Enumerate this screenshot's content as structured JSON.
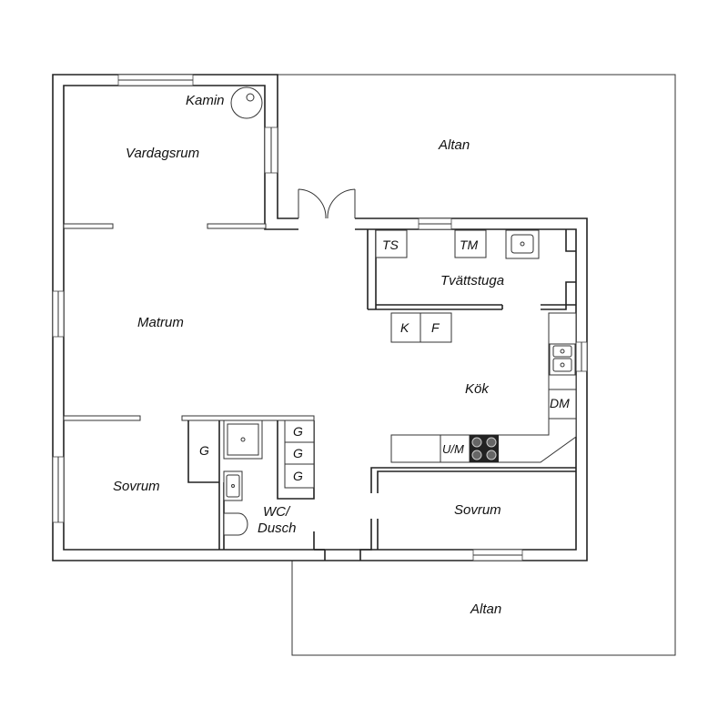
{
  "plan": {
    "rooms": {
      "vardagsrum": "Vardagsrum",
      "kamin": "Kamin",
      "altan_top": "Altan",
      "matrum": "Matrum",
      "tvattstuga": "Tvättstuga",
      "kok": "Kök",
      "sovrum_left": "Sovrum",
      "wc_dusch_1": "WC/",
      "wc_dusch_2": "Dusch",
      "sovrum_right": "Sovrum",
      "altan_bottom": "Altan"
    },
    "appliances": {
      "ts": "TS",
      "tm": "TM",
      "k": "K",
      "f": "F",
      "dm": "DM",
      "um": "U/M",
      "g1": "G",
      "g2": "G",
      "g3": "G",
      "g4": "G"
    }
  }
}
